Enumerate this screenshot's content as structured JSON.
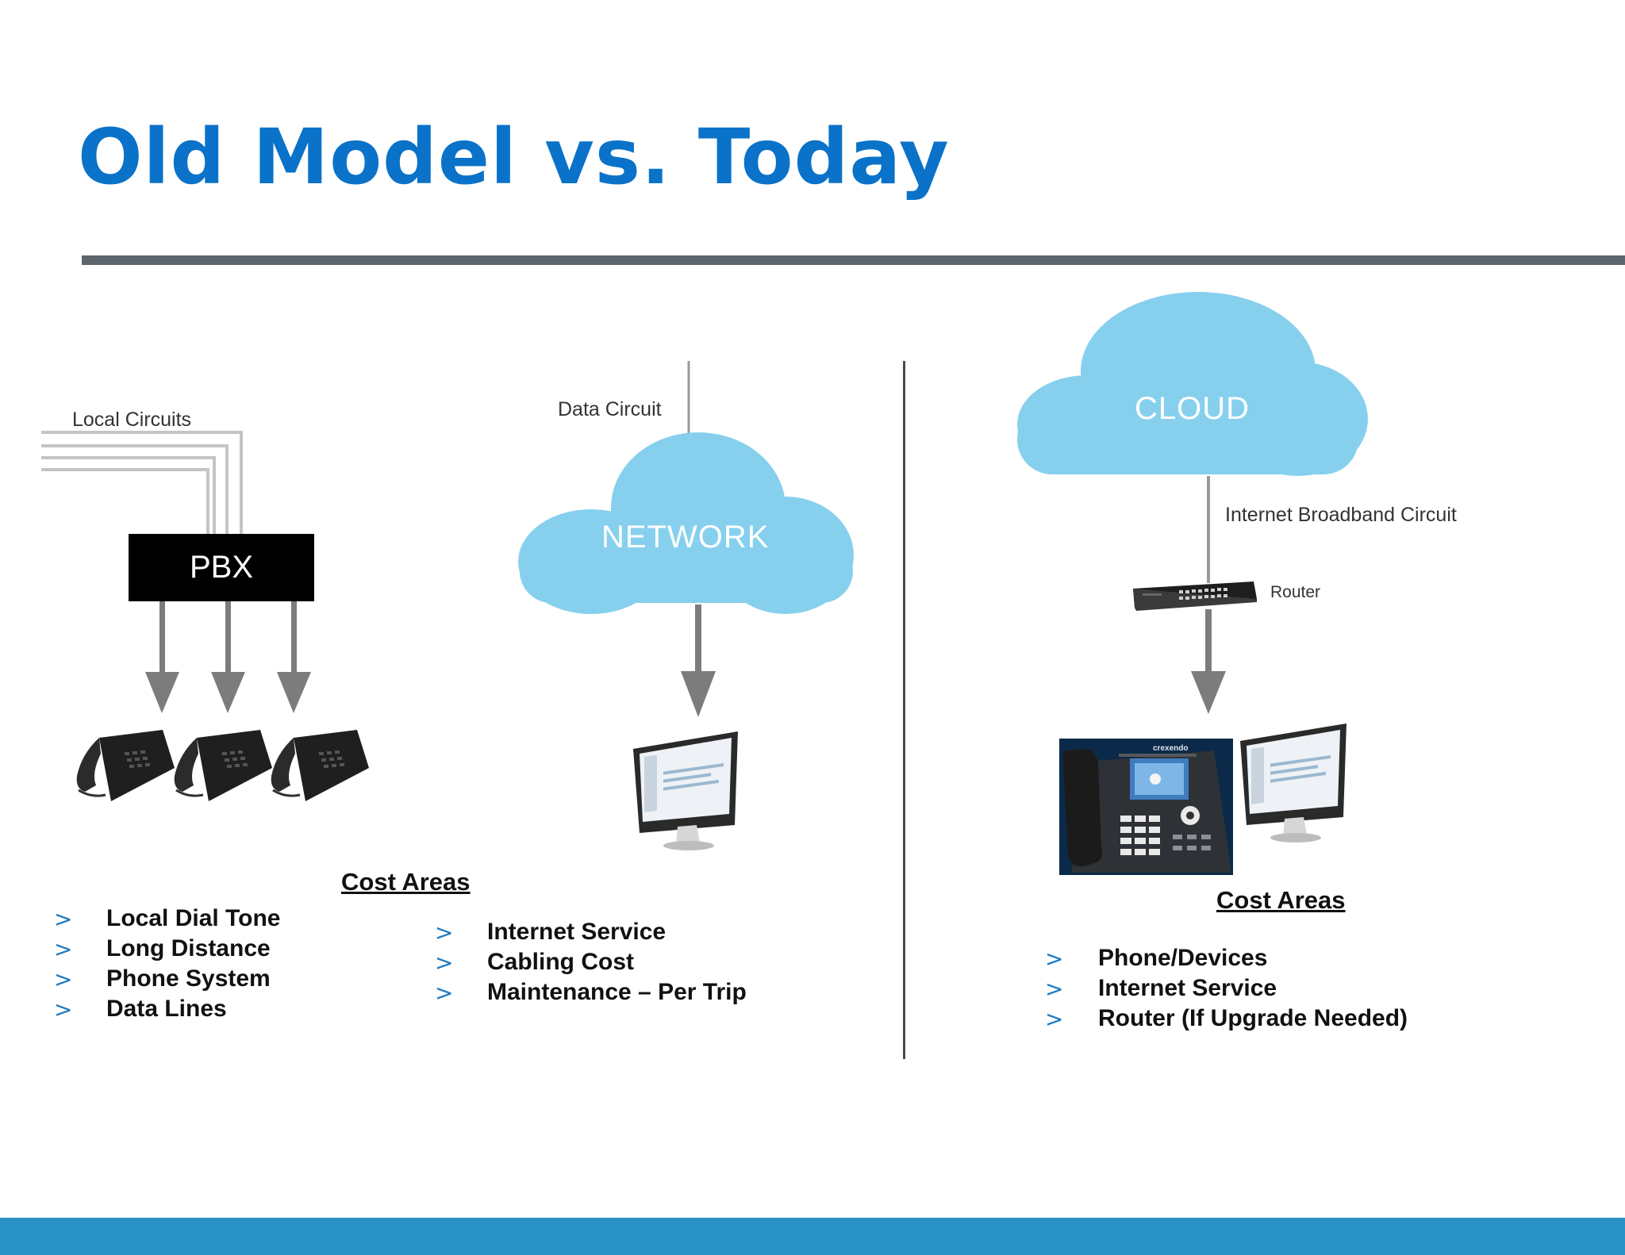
{
  "title": "Old Model vs. Today",
  "old_model": {
    "local_circuits_label": "Local Circuits",
    "pbx_label": "PBX",
    "data_circuit_label": "Data Circuit",
    "network_label": "NETWORK",
    "cost_areas_title": "Cost Areas",
    "cost_list_left": [
      {
        "bullet": ">",
        "text": "Local Dial Tone"
      },
      {
        "bullet": ">",
        "text": "Long Distance"
      },
      {
        "bullet": ">",
        "text": "Phone System"
      },
      {
        "bullet": ">",
        "text": "Data Lines"
      }
    ],
    "cost_list_right": [
      {
        "bullet": ">",
        "text": "Internet Service"
      },
      {
        "bullet": ">",
        "text": "Cabling Cost"
      },
      {
        "bullet": ">",
        "text": "Maintenance – Per Trip"
      }
    ]
  },
  "today": {
    "cloud_label": "CLOUD",
    "broadband_label": "Internet Broadband Circuit",
    "router_label": "Router",
    "phone_brand": "crexendo",
    "cost_areas_title": "Cost Areas",
    "cost_list": [
      {
        "bullet": ">",
        "text": "Phone/Devices"
      },
      {
        "bullet": ">",
        "text": "Internet Service"
      },
      {
        "bullet": ">",
        "text": "Router (If Upgrade Needed)"
      }
    ]
  },
  "colors": {
    "title": "#0a72c8",
    "cloud": "#86d0ee",
    "arrow": "#7c7c7c",
    "rule": "#5d666c",
    "footer": "#2a93c6",
    "bullet": "#1e7ac2"
  }
}
